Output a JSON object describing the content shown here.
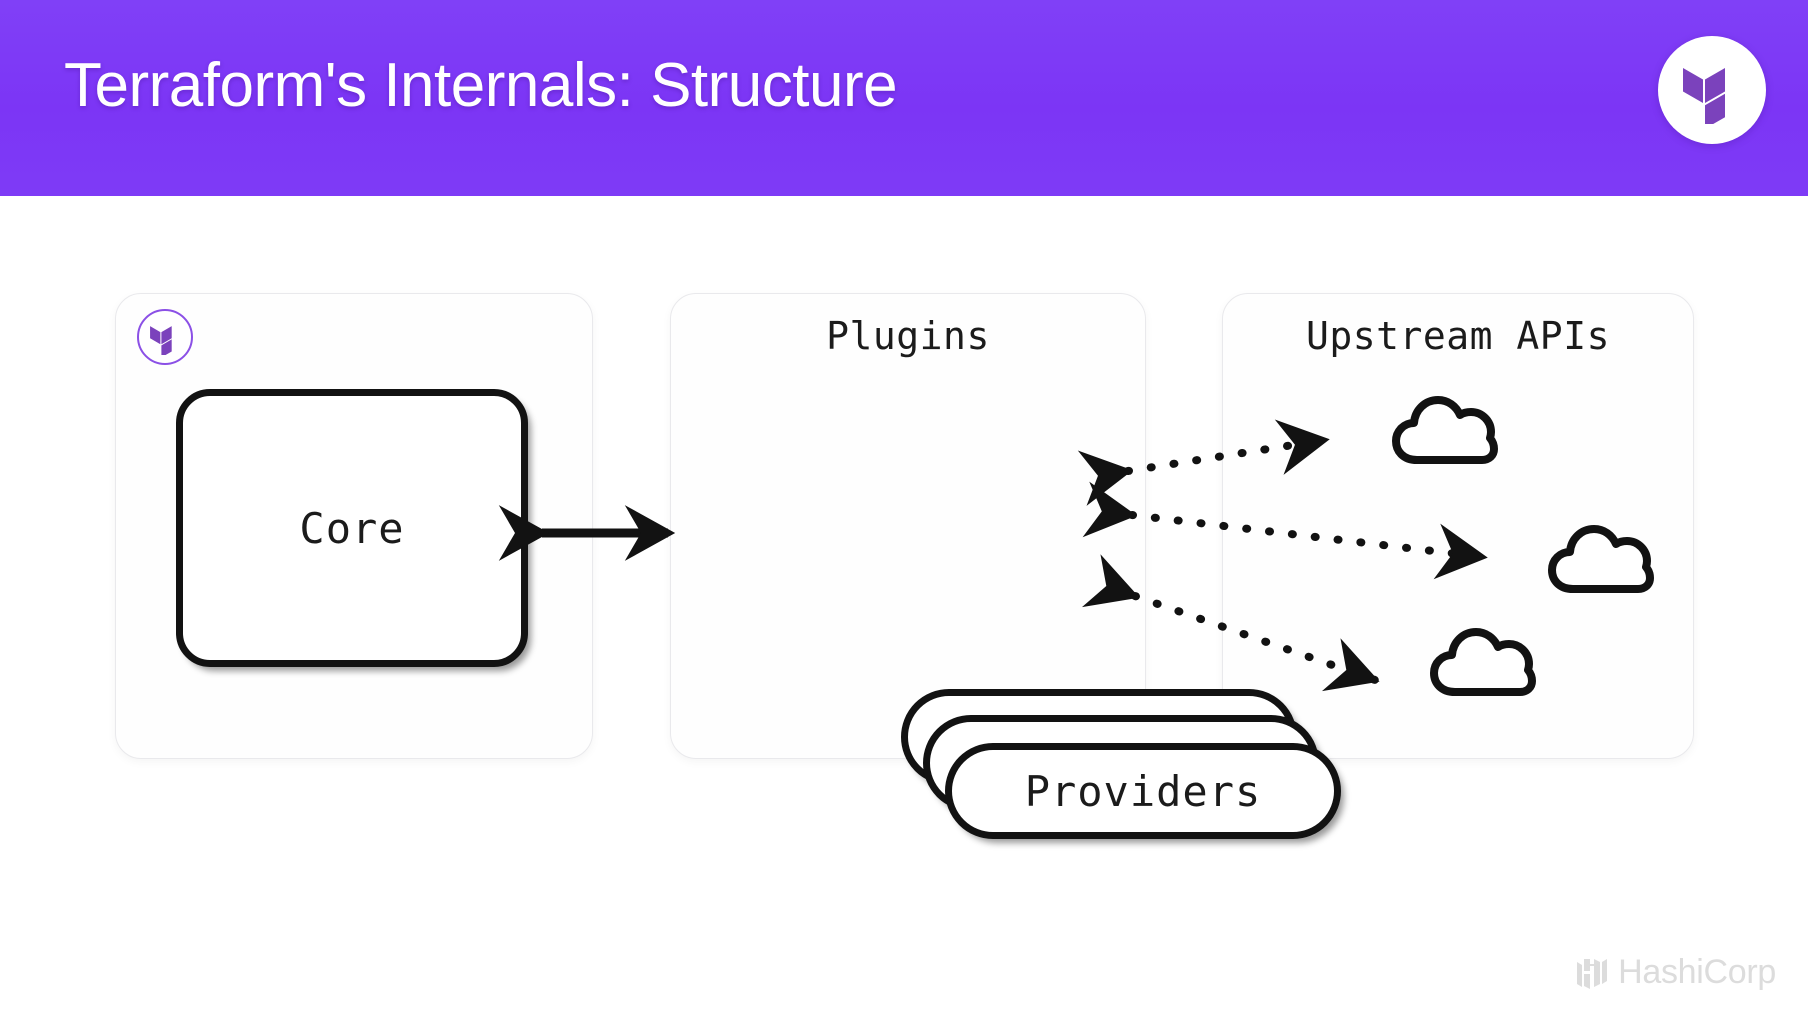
{
  "header": {
    "title": "Terraform's Internals: Structure",
    "background_color": "#7E3BF6",
    "title_color": "#FFFFFF",
    "logo_icon": "terraform-logo-icon",
    "logo_badge_color": "#FFFFFF",
    "logo_mark_color": "#7B42BC"
  },
  "diagram": {
    "panels": [
      {
        "id": "core",
        "title": "",
        "badge_icon": "terraform-logo-icon",
        "badge_border_color": "#8B50E6",
        "node_label": "Core"
      },
      {
        "id": "plugins",
        "title": "Plugins",
        "stack_count": 3,
        "node_label": "Providers"
      },
      {
        "id": "upstream",
        "title": "Upstream APIs",
        "cloud_count": 3,
        "cloud_icon": "cloud-icon"
      }
    ],
    "connectors": [
      {
        "from": "core",
        "to": "providers",
        "style": "solid",
        "heads": "both"
      },
      {
        "from": "providers",
        "to": "cloud-1",
        "style": "dotted",
        "heads": "both"
      },
      {
        "from": "providers",
        "to": "cloud-2",
        "style": "dotted",
        "heads": "both"
      },
      {
        "from": "providers",
        "to": "cloud-3",
        "style": "dotted",
        "heads": "both"
      }
    ],
    "stroke_color": "#121212"
  },
  "footer": {
    "brand": "HashiCorp",
    "brand_icon": "hashicorp-logo-icon",
    "brand_color": "#DCDCDC"
  }
}
